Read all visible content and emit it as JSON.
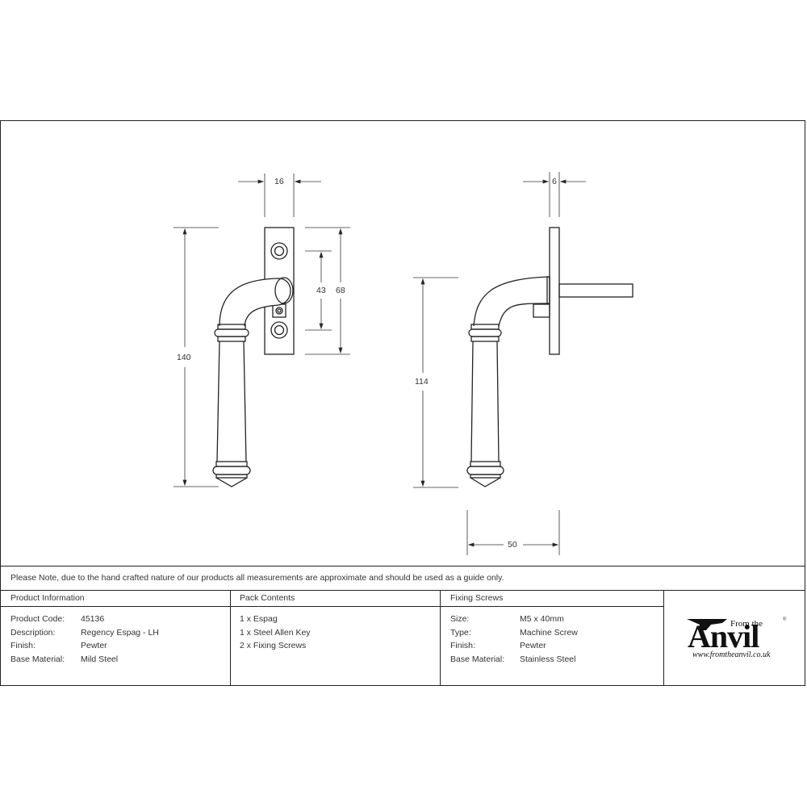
{
  "drawing": {
    "front_view": {
      "dimensions": {
        "backplate_width": "16",
        "overall_height": "140",
        "screw_centres": "43",
        "backplate_height": "68"
      }
    },
    "side_view": {
      "dimensions": {
        "plate_thickness": "6",
        "handle_height": "114",
        "projection": "50"
      }
    },
    "line_color": "#222222"
  },
  "note": "Please Note, due to the hand crafted nature of our products all measurements are approximate and should be used as a guide only.",
  "product_information": {
    "header": "Product Information",
    "rows": [
      {
        "label": "Product Code:",
        "value": "45136"
      },
      {
        "label": "Description:",
        "value": "Regency Espag - LH"
      },
      {
        "label": "Finish:",
        "value": "Pewter"
      },
      {
        "label": "Base Material:",
        "value": "Mild Steel"
      }
    ]
  },
  "pack_contents": {
    "header": "Pack Contents",
    "items": [
      "1 x Espag",
      "1 x Steel Allen Key",
      "2 x Fixing Screws"
    ]
  },
  "fixing_screws": {
    "header": "Fixing Screws",
    "rows": [
      {
        "label": "Size:",
        "value": "M5 x 40mm"
      },
      {
        "label": "Type:",
        "value": "Machine Screw"
      },
      {
        "label": "Finish:",
        "value": "Pewter"
      },
      {
        "label": "Base Material:",
        "value": "Stainless Steel"
      }
    ]
  },
  "logo": {
    "from_the": "From the",
    "brand": "Anvil",
    "registered": "®",
    "url": "www.fromtheanvil.co.uk"
  }
}
